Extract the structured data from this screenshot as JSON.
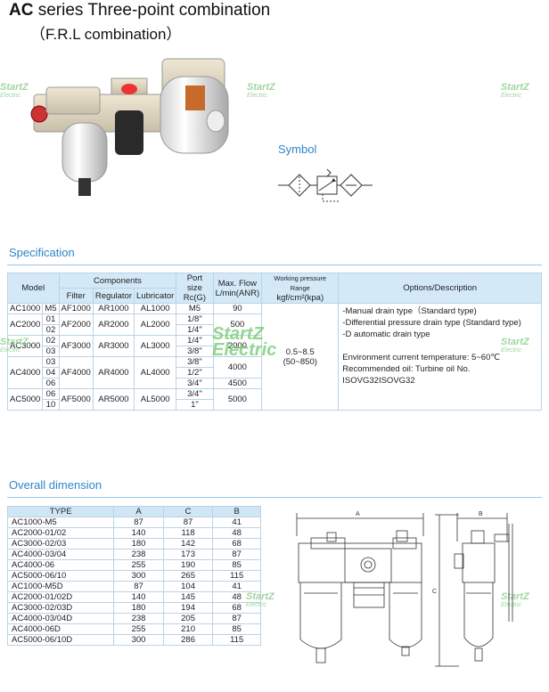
{
  "header": {
    "title_bold": "AC",
    "title_rest": " series Three-point combination",
    "subtitle": "（F.R.L combination）"
  },
  "sections": {
    "symbol": "Symbol",
    "specification": "Specification",
    "dimension": "Overall dimension"
  },
  "watermark": {
    "brand": "StartZ",
    "sub": "Electric"
  },
  "spec_table": {
    "headers": {
      "model": "Model",
      "components": "Components",
      "filter": "Filter",
      "regulator": "Regulator",
      "lubricator": "Lubricator",
      "port_size": "Port size",
      "port_size_unit": "Rc(G)",
      "max_flow": "Max. Flow",
      "max_flow_unit": "L/min(ANR)",
      "pressure": "Working pressure Range",
      "pressure_unit": "kgf/cm²(kpa)",
      "options": "Options/Description"
    },
    "groups": [
      {
        "model": "AC1000",
        "codes": [
          "M5"
        ],
        "filter": "AF1000",
        "regulator": "AR1000",
        "lubricator": "AL1000",
        "ports": [
          "M5"
        ],
        "flows": [
          "90"
        ]
      },
      {
        "model": "AC2000",
        "codes": [
          "01",
          "02"
        ],
        "filter": "AF2000",
        "regulator": "AR2000",
        "lubricator": "AL2000",
        "ports": [
          "1/8\"",
          "1/4\""
        ],
        "flows": [
          "500"
        ]
      },
      {
        "model": "AC3000",
        "codes": [
          "02",
          "03"
        ],
        "filter": "AF3000",
        "regulator": "AR3000",
        "lubricator": "AL3000",
        "ports": [
          "1/4\"",
          "3/8\""
        ],
        "flows": [
          "2000"
        ]
      },
      {
        "model": "AC4000",
        "codes": [
          "03",
          "04",
          "06"
        ],
        "filter": "AF4000",
        "regulator": "AR4000",
        "lubricator": "AL4000",
        "ports": [
          "3/8\"",
          "1/2\"",
          "3/4\""
        ],
        "flows": [
          "4000",
          "4500"
        ]
      },
      {
        "model": "AC5000",
        "codes": [
          "06",
          "10"
        ],
        "filter": "AF5000",
        "regulator": "AR5000",
        "lubricator": "AL5000",
        "ports": [
          "3/4\"",
          "1\""
        ],
        "flows": [
          "5000"
        ]
      }
    ],
    "pressure_value": "0.5~8.5",
    "pressure_kpa": "(50~850)",
    "options": [
      "-Manual drain type（Standard type)",
      "-Differential pressure drain type (Standard type)",
      "-D automatic drain type",
      "",
      "Environment current temperature: 5~60℃",
      "Recommended oil:  Turbine oil No. ISOVG32ISOVG32"
    ]
  },
  "dim_table": {
    "headers": [
      "TYPE",
      "A",
      "C",
      "B"
    ],
    "rows": [
      [
        "AC1000-M5",
        "87",
        "87",
        "41"
      ],
      [
        "AC2000-01/02",
        "140",
        "118",
        "48"
      ],
      [
        "AC3000-02/03",
        "180",
        "142",
        "68"
      ],
      [
        "AC4000-03/04",
        "238",
        "173",
        "87"
      ],
      [
        "AC4000-06",
        "255",
        "190",
        "85"
      ],
      [
        "AC5000-06/10",
        "300",
        "265",
        "115"
      ],
      [
        "AC1000-M5D",
        "87",
        "104",
        "41"
      ],
      [
        "AC2000-01/02D",
        "140",
        "145",
        "48"
      ],
      [
        "AC3000-02/03D",
        "180",
        "194",
        "68"
      ],
      [
        "AC4000-03/04D",
        "238",
        "205",
        "87"
      ],
      [
        "AC4000-06D",
        "255",
        "210",
        "85"
      ],
      [
        "AC5000-06/10D",
        "300",
        "286",
        "115"
      ]
    ]
  },
  "drawing_labels": {
    "a": "A",
    "b": "B",
    "c": "C"
  }
}
